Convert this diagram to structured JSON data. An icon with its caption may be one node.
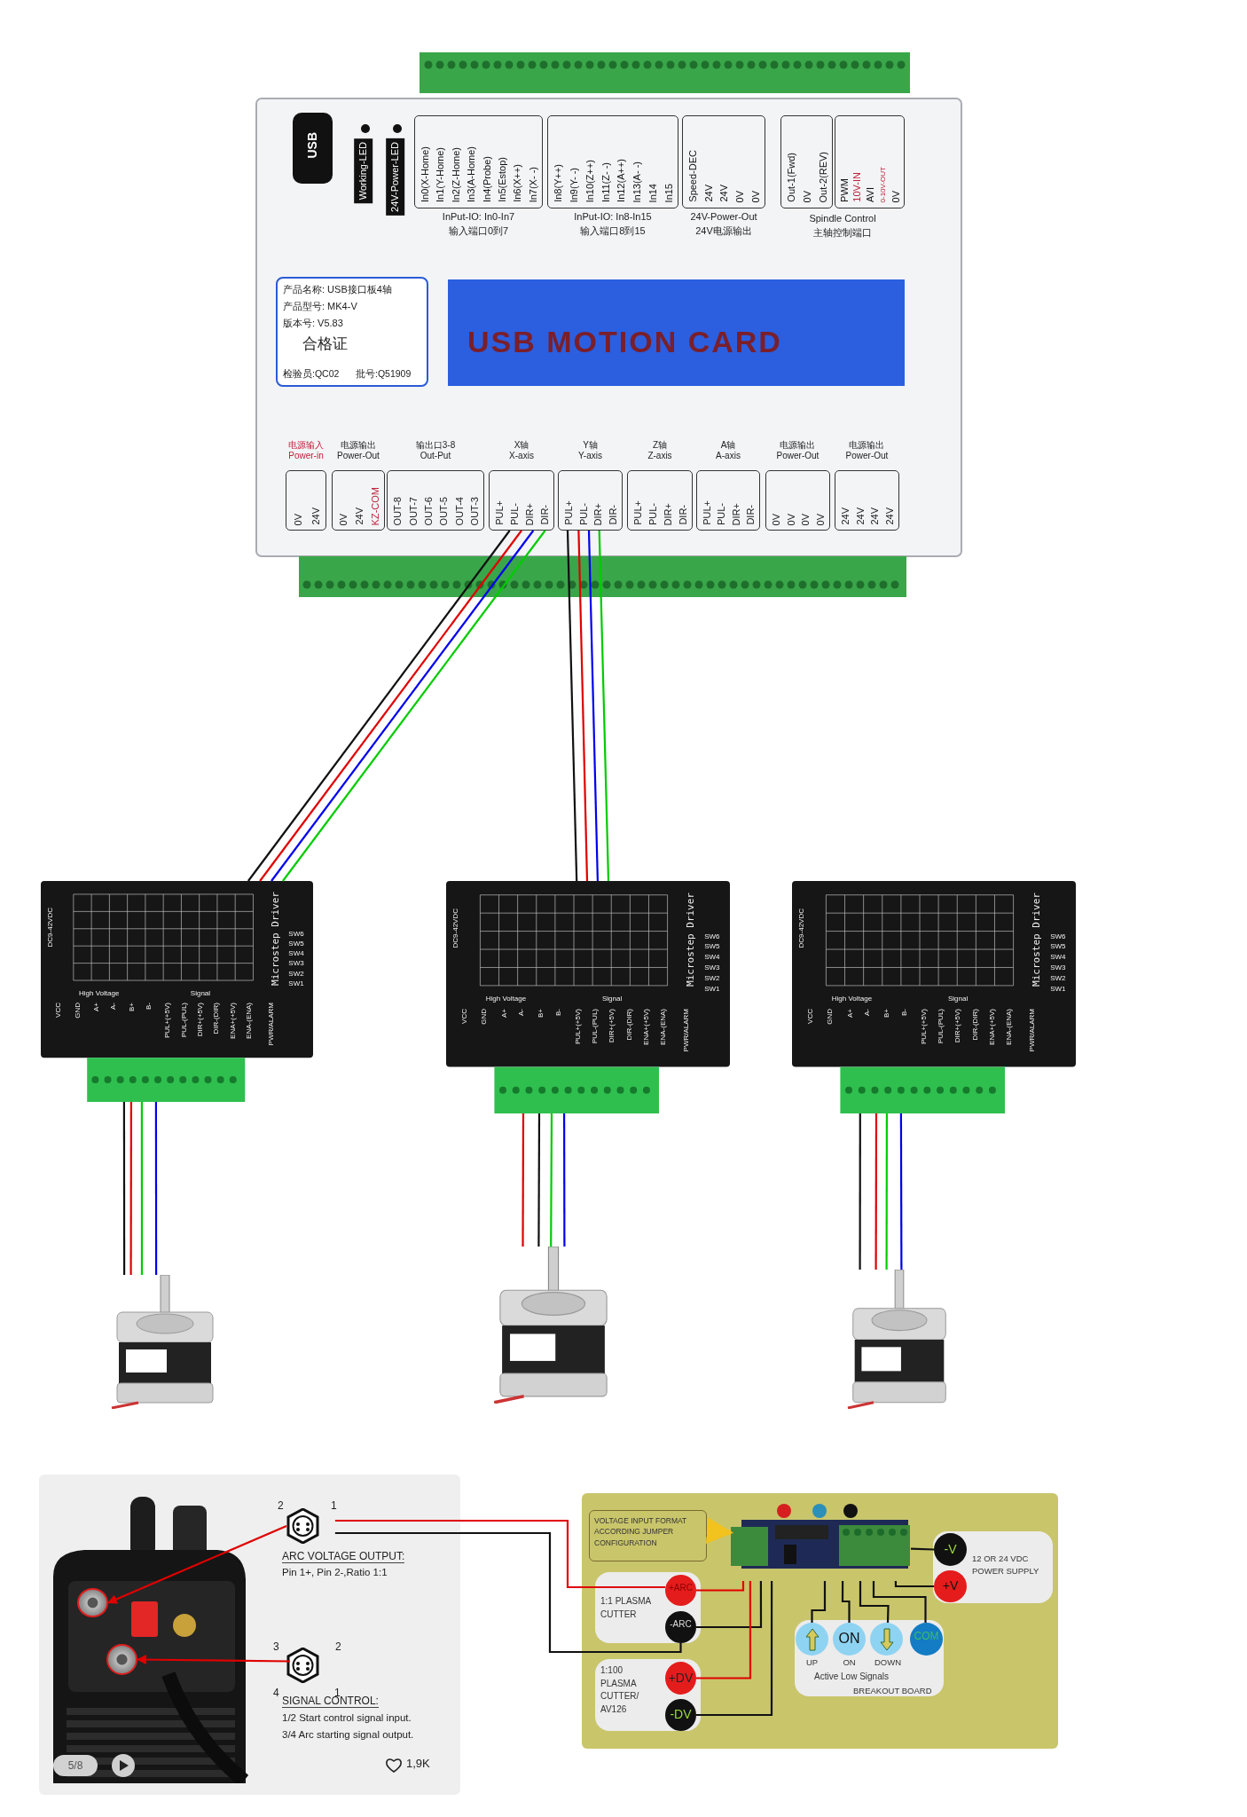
{
  "diagram": {
    "nodes": [
      {
        "text": [],
        "shape": "box"
      },
      {
        "text": [
          "USB"
        ],
        "in": 0
      },
      {
        "text": [
          "Working-LED"
        ],
        "in": 0
      },
      {
        "text": [
          "24V-Power-LED"
        ],
        "in": 0
      },
      {
        "text": [
          "In0(X-Home)",
          "In1(Y-Home)",
          "In2(Z-Home)",
          "In3(A-Home)",
          "In4(Probe)",
          "In5(Estop)",
          "In6(X++)",
          "In7(X- -)",
          "InPut-IO: In0-In7",
          "输入端口0到7"
        ],
        "in": 0
      },
      {
        "text": [
          "In8(Y++)",
          "In9(Y- -)",
          "In10(Z++)",
          "In11(Z- -)",
          "In12(A++)",
          "In13(A- -)",
          "In14",
          "In15",
          "InPut-IO: In8-In15",
          "输入端口8到15"
        ],
        "in": 0
      },
      {
        "text": [
          "Speed-DEC",
          "24V",
          "24V",
          "0V",
          "0V",
          "24V-Power-Out",
          "24V电源输出"
        ],
        "in": 0
      },
      {
        "text": [
          "Out-1(Fwd)",
          "0V",
          "Out-2(REV)"
        ],
        "in": 0
      },
      {
        "text": [
          "PWM",
          "10V-IN",
          "AVI",
          "0-10V-OUT",
          "0V"
        ],
        "in": 0
      },
      {
        "text": [
          "产品名称: USB接口板4轴",
          "产品型号: MK4-V",
          "版本号: V5.83",
          "合格证",
          "检验员:QC02",
          "批号:Q51909"
        ],
        "in": 0
      },
      {
        "text": [
          "USB MOTION CARD"
        ],
        "in": 0
      },
      {
        "text": [
          "电源输入 Power-in",
          "0V",
          "24V"
        ],
        "in": 0
      },
      {
        "text": [
          "电源输出 Power-Out",
          "0V",
          "24V",
          "KZ-COM"
        ],
        "in": 0
      },
      {
        "text": [
          "输出口3-8 Out-Put",
          "OUT-8",
          "OUT-7",
          "OUT-6",
          "OUT-5",
          "OUT-4",
          "OUT-3"
        ],
        "in": 0
      },
      {
        "text": [
          "X轴 X-axis",
          "PUL+",
          "PUL-",
          "DIR+",
          "DIR-"
        ],
        "in": 0
      },
      {
        "text": [
          "Y轴 Y-axis",
          "PUL+",
          "PUL-",
          "DIR+",
          "DIR-"
        ],
        "in": 0
      },
      {
        "text": [
          "Z轴 Z-axis",
          "PUL+",
          "PUL-",
          "DIR+",
          "DIR-"
        ],
        "in": 0
      },
      {
        "text": [
          "A轴 A-axis",
          "PUL+",
          "PUL-",
          "DIR+",
          "DIR-"
        ],
        "in": 0
      },
      {
        "text": [
          "电源输出 Power-Out",
          "0V",
          "0V",
          "0V",
          "0V"
        ],
        "in": 0
      },
      {
        "text": [
          "电源输出 Power-Out",
          "24V",
          "24V",
          "24V",
          "24V"
        ],
        "in": 0
      },
      {
        "text": [
          "Microstep Driver",
          "DC9-42VDC",
          "High Voltage",
          "Signal",
          "VCC",
          "GND",
          "A+",
          "A-",
          "B+",
          "B-",
          "PUL+(+5V)",
          "PUL-(PUL)",
          "DIR+(+5V)",
          "DIR-(DIR)",
          "ENA+(+5V)",
          "ENA-(ENA)",
          "PWR/ALARM",
          "SW6",
          "SW5",
          "SW4",
          "SW3",
          "SW2",
          "SW1"
        ]
      },
      {
        "text": [
          "Microstep Driver",
          "DC9-42VDC",
          "High Voltage",
          "Signal",
          "VCC",
          "GND",
          "A+",
          "A-",
          "B+",
          "B-",
          "PUL+(+5V)",
          "PUL-(PUL)",
          "DIR+(+5V)",
          "DIR-(DIR)",
          "ENA+(+5V)",
          "ENA-(ENA)",
          "PWR/ALARM",
          "SW6",
          "SW5",
          "SW4",
          "SW3",
          "SW2",
          "SW1"
        ]
      },
      {
        "text": [
          "Microstep Driver",
          "DC9-42VDC",
          "High Voltage",
          "Signal",
          "VCC",
          "GND",
          "A+",
          "A-",
          "B+",
          "B-",
          "PUL+(+5V)",
          "PUL-(PUL)",
          "DIR+(+5V)",
          "DIR-(DIR)",
          "ENA+(+5V)",
          "ENA-(ENA)",
          "PWR/ALARM",
          "SW6",
          "SW5",
          "SW4",
          "SW3",
          "SW2",
          "SW1"
        ]
      },
      {
        "text": [],
        "shape": "picture"
      },
      {
        "text": [],
        "shape": "picture"
      },
      {
        "text": [],
        "shape": "picture"
      },
      {
        "text": [],
        "shape": "box"
      },
      {
        "text": [],
        "shape": "picture",
        "in": 26
      },
      {
        "text": [],
        "shape": "circle",
        "in": 27
      },
      {
        "text": [],
        "shape": "circle",
        "in": 27
      },
      {
        "text": [
          "ARC VOLTAGE OUTPUT:",
          "Pin 1+, Pin 2-,Ratio 1:1"
        ],
        "beside": [
          "2",
          "1"
        ],
        "in": 26
      },
      {
        "text": [
          "SIGNAL CONTROL:",
          "1/2 Start control signal input.",
          "3/4 Arc starting signal output."
        ],
        "beside": [
          "3",
          "2",
          "4",
          "1"
        ],
        "in": 26
      },
      {
        "text": [],
        "shape": "box"
      },
      {
        "text": [
          "VOLTAGE INPUT FORMAT ACCORDING JUMPER CONFIGURATION"
        ],
        "in": 32
      },
      {
        "text": [],
        "shape": "picture",
        "in": 32
      },
      {
        "text": [
          "1:1 PLASMA CUTTER"
        ],
        "in": 32
      },
      {
        "text": [
          "+ARC"
        ],
        "in": 35
      },
      {
        "text": [
          "-ARC"
        ],
        "in": 35
      },
      {
        "text": [
          "1:100 PLASMA CUTTER/ AV126"
        ],
        "in": 32
      },
      {
        "text": [
          "+DV"
        ],
        "in": 38
      },
      {
        "text": [
          "-DV"
        ],
        "in": 38
      },
      {
        "text": [
          "12 OR 24 VDC POWER SUPPLY"
        ],
        "in": 32
      },
      {
        "text": [
          "-V"
        ],
        "in": 41
      },
      {
        "text": [
          "+V"
        ],
        "in": 41
      },
      {
        "text": [
          "Active Low Signals",
          "BREAKOUT BOARD"
        ],
        "in": 32
      },
      {
        "text": [
          "UP"
        ],
        "in": 44
      },
      {
        "text": [
          "ON",
          "ON"
        ],
        "in": 44
      },
      {
        "text": [
          "DOWN"
        ],
        "in": 44
      },
      {
        "text": [
          "COM"
        ],
        "in": 44
      }
    ],
    "edges": [
      {
        "from": 14,
        "to": 20,
        "arrow": "none"
      },
      {
        "from": 14,
        "to": 20,
        "arrow": "none",
        "color": "#e00000"
      },
      {
        "from": 14,
        "to": 20,
        "arrow": "none",
        "color": "#0000ee"
      },
      {
        "from": 14,
        "to": 20,
        "arrow": "none",
        "color": "#00cc00"
      },
      {
        "from": 15,
        "to": 21,
        "arrow": "none"
      },
      {
        "from": 15,
        "to": 21,
        "arrow": "none",
        "color": "#e00000"
      },
      {
        "from": 15,
        "to": 21,
        "arrow": "none",
        "color": "#0000ee"
      },
      {
        "from": 15,
        "to": 21,
        "arrow": "none",
        "color": "#00cc00"
      },
      {
        "from": 20,
        "to": 23,
        "arrow": "none"
      },
      {
        "from": 20,
        "to": 23,
        "arrow": "none",
        "color": "#e00000"
      },
      {
        "from": 20,
        "to": 23,
        "arrow": "none",
        "color": "#00cc00"
      },
      {
        "from": 20,
        "to": 23,
        "arrow": "none",
        "color": "#0000ee"
      },
      {
        "from": 21,
        "to": 24,
        "arrow": "none",
        "color": "#e00000"
      },
      {
        "from": 21,
        "to": 24,
        "arrow": "none"
      },
      {
        "from": 21,
        "to": 24,
        "arrow": "none",
        "color": "#00cc00"
      },
      {
        "from": 21,
        "to": 24,
        "arrow": "none",
        "color": "#0000ee"
      },
      {
        "from": 22,
        "to": 25,
        "arrow": "none"
      },
      {
        "from": 22,
        "to": 25,
        "arrow": "none",
        "color": "#e00000"
      },
      {
        "from": 22,
        "to": 25,
        "arrow": "none",
        "color": "#00cc00"
      },
      {
        "from": 22,
        "to": 25,
        "arrow": "none",
        "color": "#0000ee"
      },
      {
        "from": 30,
        "to": 28,
        "arrow": "to",
        "color": "#e00000"
      },
      {
        "from": 31,
        "to": 29,
        "arrow": "to",
        "color": "#e00000"
      },
      {
        "from": 30,
        "to": 36,
        "arrow": "none",
        "color": "#e00000"
      },
      {
        "from": 30,
        "to": 37,
        "arrow": "none"
      },
      {
        "from": 33,
        "to": 34,
        "arrow": "to",
        "style": "thick",
        "color": "#f2c21f"
      },
      {
        "from": 36,
        "to": 34,
        "arrow": "none",
        "color": "#e00000"
      },
      {
        "from": 37,
        "to": 34,
        "arrow": "none"
      },
      {
        "from": 39,
        "to": 34,
        "arrow": "none",
        "color": "#e00000"
      },
      {
        "from": 40,
        "to": 34,
        "arrow": "none"
      },
      {
        "from": 42,
        "to": 34,
        "arrow": "none"
      },
      {
        "from": 43,
        "to": 34,
        "arrow": "none"
      },
      {
        "from": 45,
        "to": 34,
        "arrow": "none"
      },
      {
        "from": 46,
        "to": 34,
        "arrow": "none"
      },
      {
        "from": 47,
        "to": 34,
        "arrow": "none"
      },
      {
        "from": 48,
        "to": 34,
        "arrow": "none"
      }
    ],
    "labels": [
      "Spindle Control",
      "主轴控制端口",
      "5/8",
      "1,9K"
    ]
  }
}
